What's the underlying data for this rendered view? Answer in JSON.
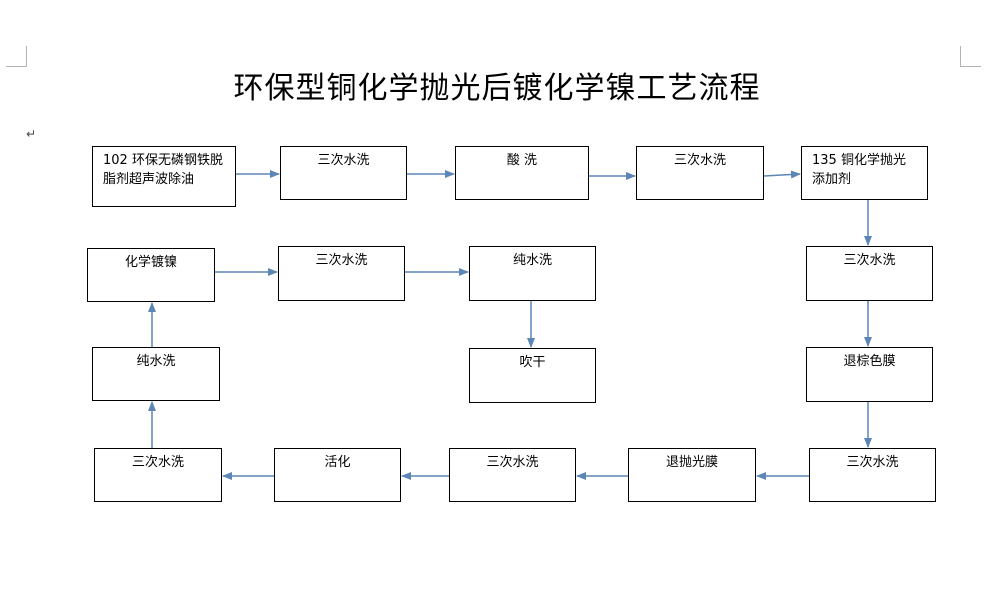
{
  "title": "环保型铜化学抛光后镀化学镍工艺流程",
  "steps": {
    "s1": "102 环保无磷钢铁脱脂剂超声波除油",
    "s2": "三次水洗",
    "s3": "酸 洗",
    "s4": "三次水洗",
    "s5": "135 铜化学抛光添加剂",
    "s6": "三次水洗",
    "s7": "退棕色膜",
    "s8": "三次水洗",
    "s9": "退抛光膜",
    "s10": "三次水洗",
    "s11": "活化",
    "s12": "三次水洗",
    "s13": "纯水洗",
    "s14": "化学镀镍",
    "s15": "三次水洗",
    "s16": "纯水洗",
    "s17": "吹干"
  },
  "colors": {
    "arrow": "#5b86b5",
    "box_border": "#000000"
  }
}
